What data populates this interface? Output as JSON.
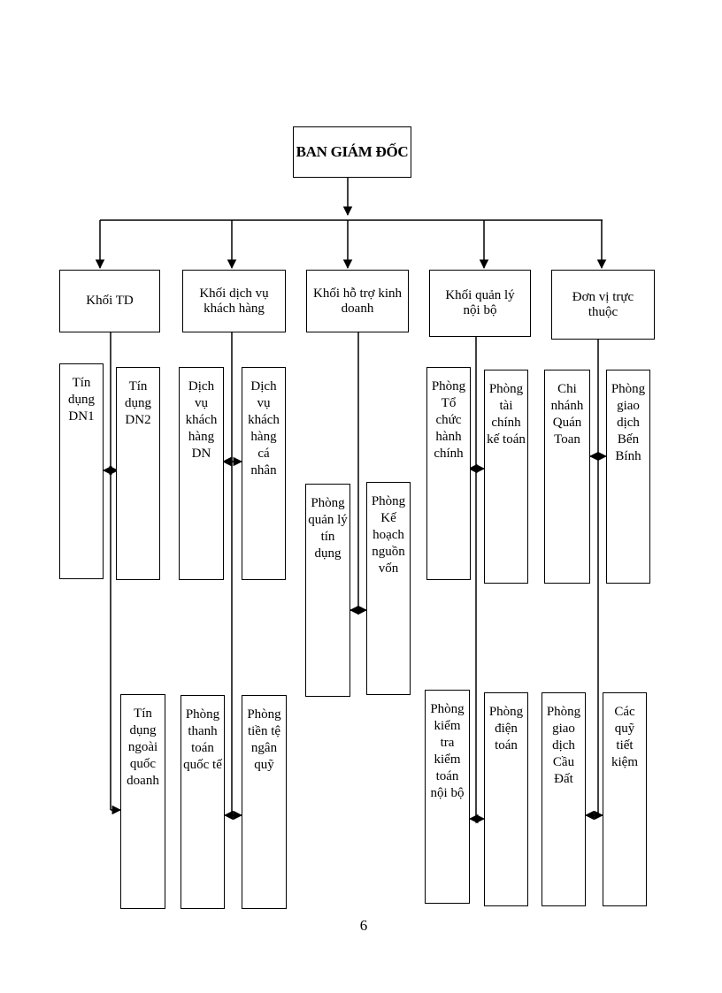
{
  "top": {
    "label": "BAN GIÁM ĐỐC"
  },
  "divisions": [
    {
      "id": "td",
      "label": "Khối TD"
    },
    {
      "id": "dvkh",
      "label": "Khối dịch vụ khách hàng"
    },
    {
      "id": "htkd",
      "label": "Khối hỗ trợ kinh doanh"
    },
    {
      "id": "qlnb",
      "label": "Khối quản lý nội bộ"
    },
    {
      "id": "dvtt",
      "label": "Đơn vị trực thuộc"
    }
  ],
  "units": {
    "td_1": "Tín dụng DN1",
    "td_2": "Tín dụng DN2",
    "td_3": "Tín dụng ngoài quốc doanh",
    "dvkh_1": "Dịch vụ khách hàng DN",
    "dvkh_2": "Dịch vụ khách hàng cá nhân",
    "dvkh_3": "Phòng thanh toán quốc tế",
    "dvkh_4": "Phòng tiền tệ ngân quỹ",
    "htkd_1": "Phòng quản lý tín dụng",
    "htkd_2": "Phòng Kế hoạch nguồn vốn",
    "qlnb_1": "Phòng Tổ chức hành chính",
    "qlnb_2": "Phòng tài chính kế toán",
    "qlnb_3": "Phòng kiểm tra kiểm toán nội bộ",
    "qlnb_4": "Phòng điện toán",
    "dvtt_1": "Chi nhánh Quán Toan",
    "dvtt_2": "Phòng giao dịch Bến Bính",
    "dvtt_3": "Phòng giao dịch Cầu Đất",
    "dvtt_4": "Các quỹ tiết kiệm"
  },
  "page_number": "6"
}
